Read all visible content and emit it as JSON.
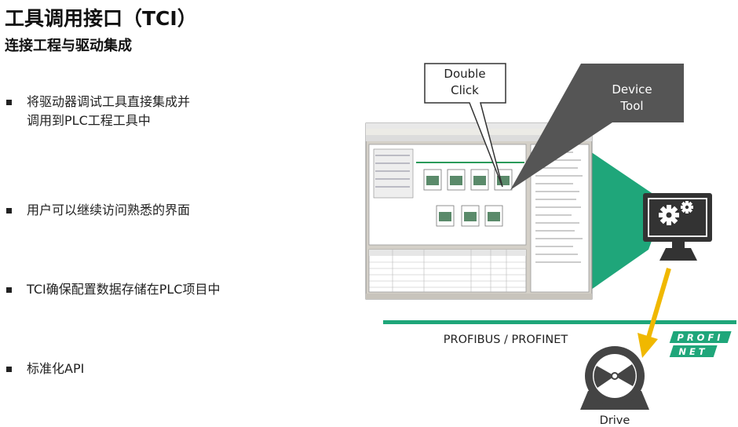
{
  "title": "工具调用接口（TCI）",
  "subtitle": "连接工程与驱动集成",
  "bullets": [
    "将驱动器调试工具直接集成并\n调用到PLC工程工具中",
    "用户可以继续访问熟悉的界面",
    "TCI确保配置数据存储在PLC项目中",
    "标准化API"
  ],
  "diagram": {
    "callout_double_click": [
      "Double",
      "Click"
    ],
    "callout_device_tool": [
      "Device",
      "Tool"
    ],
    "bus_label": "PROFIBUS / PROFINET",
    "drive_label": "Drive",
    "profinet_logo": [
      "PROFI",
      "NET"
    ]
  },
  "colors": {
    "accent_green": "#1fa67a",
    "callout_gray": "#555555",
    "arrow_yellow": "#f0b800",
    "dark": "#333333"
  }
}
